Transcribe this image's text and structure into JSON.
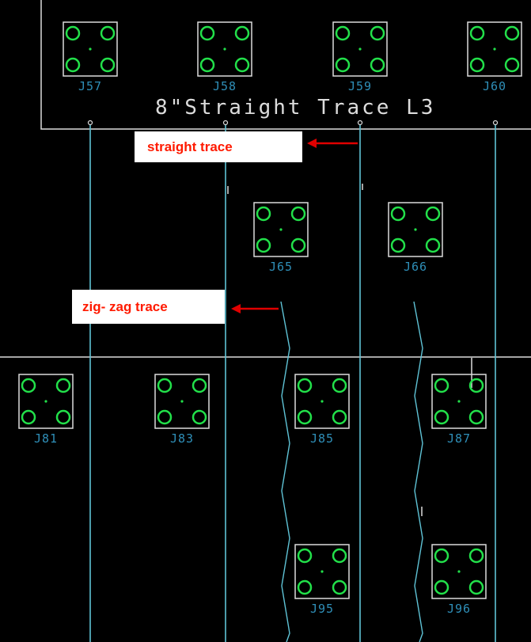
{
  "colors": {
    "background": "#000000",
    "outline": "#dcdcdc",
    "trace": "#5fc3d6",
    "pad": "#22e04a",
    "pad_center": "#22e04a",
    "ref_text": "#2f8fb8",
    "title_text": "#dcdcdc",
    "callout_bg": "#ffffff",
    "callout_text": "#ff1a00",
    "arrow": "#e00000"
  },
  "board_title": "8\"Straight Trace L3",
  "connectors": [
    "J57",
    "J58",
    "J59",
    "J60",
    "J65",
    "J66",
    "J81",
    "J83",
    "J85",
    "J87",
    "J95",
    "J96"
  ],
  "callouts": {
    "straight": "straight trace",
    "zigzag": "zig- zag trace"
  }
}
